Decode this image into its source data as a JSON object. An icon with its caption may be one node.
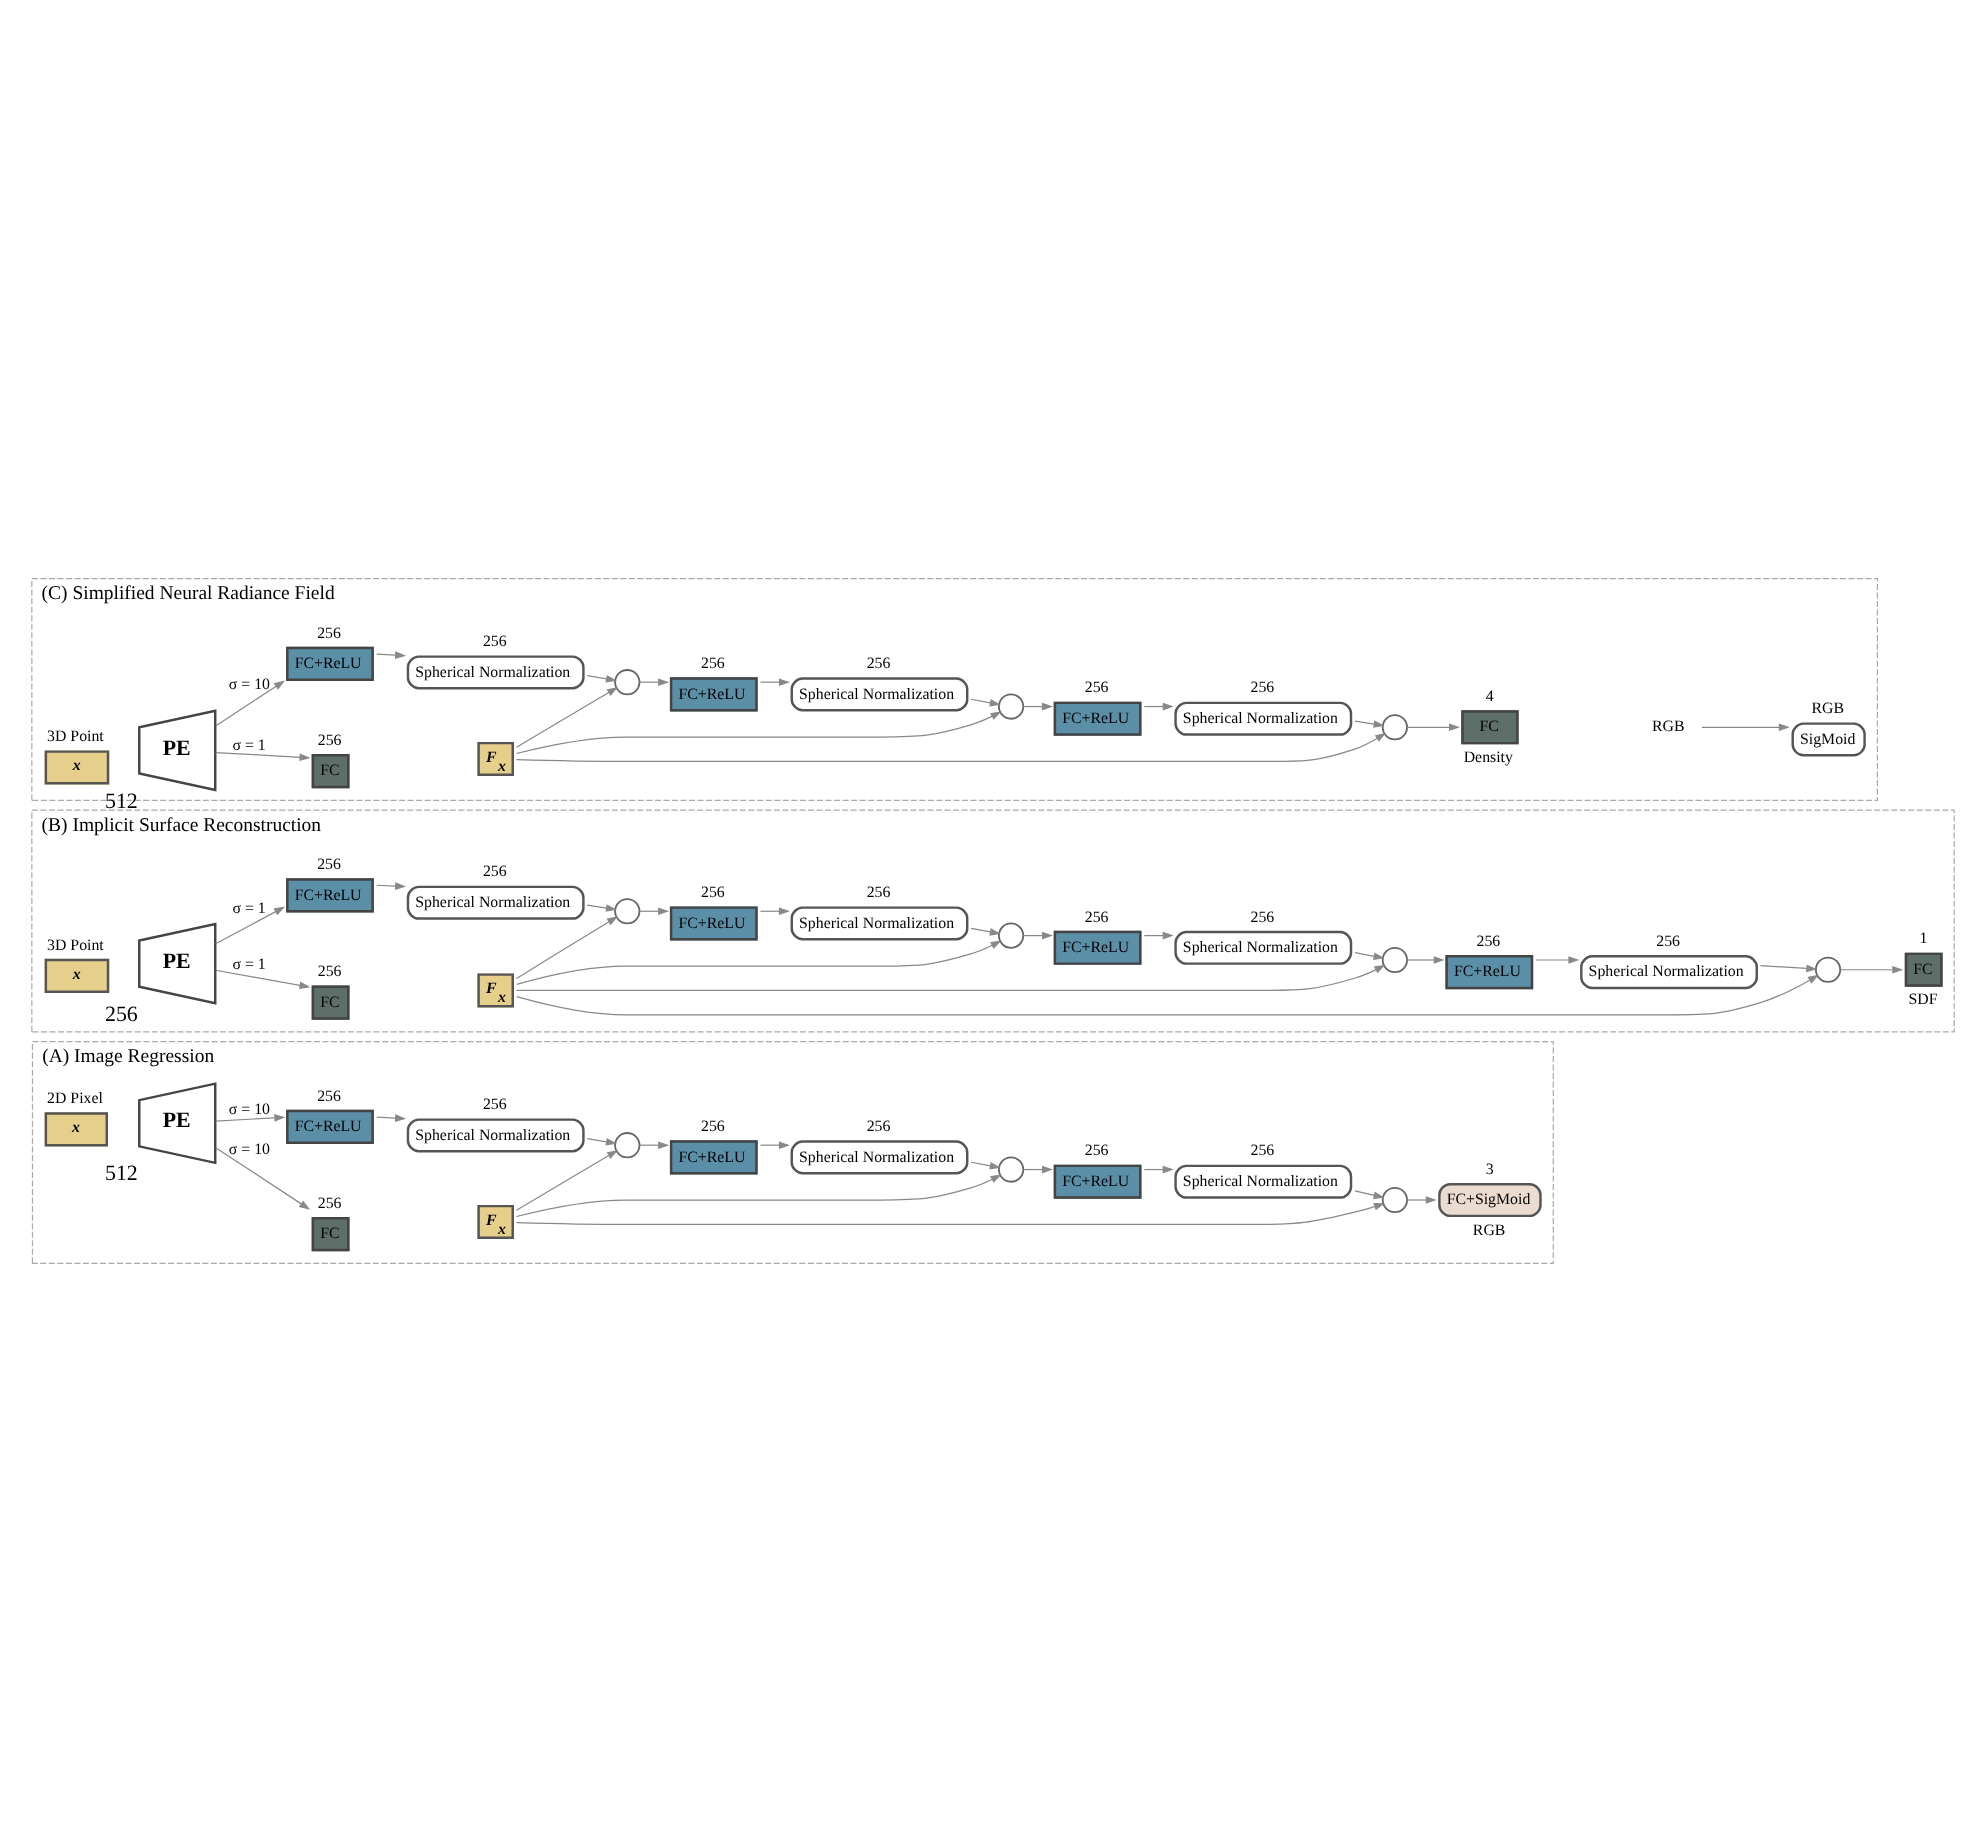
{
  "diagram": {
    "nodes": [
      {
        "text": [
          "(A) Image Regression"
        ]
      },
      {
        "text": [
          "x"
        ],
        "in": 0,
        "beside": [
          "2D Pixel"
        ]
      },
      {
        "text": [
          "PE"
        ],
        "in": 0,
        "beside": [
          "512"
        ]
      },
      {
        "text": [
          "FC+ReLU"
        ],
        "in": 0,
        "beside": [
          "256"
        ]
      },
      {
        "text": [
          "Spherical Normalization"
        ],
        "in": 0,
        "beside": [
          "256"
        ]
      },
      {
        "text": [],
        "shape": "circle",
        "in": 0
      },
      {
        "text": [
          "FC+ReLU"
        ],
        "in": 0,
        "beside": [
          "256"
        ]
      },
      {
        "text": [
          "Spherical Normalization"
        ],
        "in": 0,
        "beside": [
          "256"
        ]
      },
      {
        "text": [],
        "shape": "circle",
        "in": 0
      },
      {
        "text": [
          "FC+ReLU"
        ],
        "in": 0,
        "beside": [
          "256"
        ]
      },
      {
        "text": [
          "Spherical Normalization"
        ],
        "in": 0,
        "beside": [
          "256"
        ]
      },
      {
        "text": [],
        "shape": "circle",
        "in": 0
      },
      {
        "text": [
          "FC+SigMoid"
        ],
        "in": 0,
        "beside": [
          "3",
          "RGB"
        ]
      },
      {
        "text": [
          "FC"
        ],
        "in": 0,
        "beside": [
          "256"
        ]
      },
      {
        "text": [
          "F$_{x}$"
        ],
        "in": 0
      },
      {
        "text": [
          "(B) Implicit Surface Reconstruction"
        ]
      },
      {
        "text": [
          "x"
        ],
        "in": 15,
        "beside": [
          "3D Point"
        ]
      },
      {
        "text": [
          "PE"
        ],
        "in": 15,
        "beside": [
          "256"
        ]
      },
      {
        "text": [
          "FC+ReLU"
        ],
        "in": 15,
        "beside": [
          "256"
        ]
      },
      {
        "text": [
          "Spherical Normalization"
        ],
        "in": 15,
        "beside": [
          "256"
        ]
      },
      {
        "text": [],
        "shape": "circle",
        "in": 15
      },
      {
        "text": [
          "FC+ReLU"
        ],
        "in": 15,
        "beside": [
          "256"
        ]
      },
      {
        "text": [
          "Spherical Normalization"
        ],
        "in": 15,
        "beside": [
          "256"
        ]
      },
      {
        "text": [],
        "shape": "circle",
        "in": 15
      },
      {
        "text": [
          "FC+ReLU"
        ],
        "in": 15,
        "beside": [
          "256"
        ]
      },
      {
        "text": [
          "Spherical Normalization"
        ],
        "in": 15,
        "beside": [
          "256"
        ]
      },
      {
        "text": [],
        "shape": "circle",
        "in": 15
      },
      {
        "text": [
          "FC+ReLU"
        ],
        "in": 15,
        "beside": [
          "256"
        ]
      },
      {
        "text": [
          "Spherical Normalization"
        ],
        "in": 15,
        "beside": [
          "256"
        ]
      },
      {
        "text": [],
        "shape": "circle",
        "in": 15
      },
      {
        "text": [
          "FC"
        ],
        "in": 15,
        "beside": [
          "1",
          "SDF"
        ]
      },
      {
        "text": [
          "FC"
        ],
        "in": 15,
        "beside": [
          "256"
        ]
      },
      {
        "text": [
          "F$_{x}$"
        ],
        "in": 15
      },
      {
        "text": [
          "(C) Simplified Neural Radiance Field"
        ]
      },
      {
        "text": [
          "x"
        ],
        "in": 33,
        "beside": [
          "3D Point"
        ]
      },
      {
        "text": [
          "PE"
        ],
        "in": 33,
        "beside": [
          "512"
        ]
      },
      {
        "text": [
          "FC+ReLU"
        ],
        "in": 33,
        "beside": [
          "256"
        ]
      },
      {
        "text": [
          "Spherical Normalization"
        ],
        "in": 33,
        "beside": [
          "256"
        ]
      },
      {
        "text": [],
        "shape": "circle",
        "in": 33
      },
      {
        "text": [
          "FC+ReLU"
        ],
        "in": 33,
        "beside": [
          "256"
        ]
      },
      {
        "text": [
          "Spherical Normalization"
        ],
        "in": 33,
        "beside": [
          "256"
        ]
      },
      {
        "text": [],
        "shape": "circle",
        "in": 33
      },
      {
        "text": [
          "FC+ReLU"
        ],
        "in": 33,
        "beside": [
          "256"
        ]
      },
      {
        "text": [
          "Spherical Normalization"
        ],
        "in": 33,
        "beside": [
          "256"
        ]
      },
      {
        "text": [],
        "shape": "circle",
        "in": 33
      },
      {
        "text": [
          "FC"
        ],
        "in": 33,
        "beside": [
          "4",
          "Density"
        ]
      },
      {
        "text": [
          "RGB"
        ],
        "in": 33
      },
      {
        "text": [
          "SigMoid"
        ],
        "in": 33,
        "beside": [
          "RGB"
        ]
      },
      {
        "text": [
          "FC"
        ],
        "in": 33,
        "beside": [
          "256"
        ]
      },
      {
        "text": [
          "F$_{x}$"
        ],
        "in": 33
      }
    ],
    "edges": [
      {
        "from": 2,
        "to": 3,
        "arrow": "to",
        "label": "σ = 10"
      },
      {
        "from": 2,
        "to": 13,
        "arrow": "to",
        "label": "σ = 10"
      },
      {
        "from": 3,
        "to": 4,
        "arrow": "to"
      },
      {
        "from": 4,
        "to": 5,
        "arrow": "to"
      },
      {
        "from": 5,
        "to": 6,
        "arrow": "to"
      },
      {
        "from": 6,
        "to": 7,
        "arrow": "to"
      },
      {
        "from": 7,
        "to": 8,
        "arrow": "to"
      },
      {
        "from": 8,
        "to": 9,
        "arrow": "to"
      },
      {
        "from": 9,
        "to": 10,
        "arrow": "to"
      },
      {
        "from": 10,
        "to": 11,
        "arrow": "to"
      },
      {
        "from": 11,
        "to": 12,
        "arrow": "to"
      },
      {
        "from": 14,
        "to": 5,
        "arrow": "to"
      },
      {
        "from": 14,
        "to": 8,
        "arrow": "to"
      },
      {
        "from": 14,
        "to": 11,
        "arrow": "to"
      },
      {
        "from": 17,
        "to": 18,
        "arrow": "to",
        "label": "σ = 1"
      },
      {
        "from": 17,
        "to": 31,
        "arrow": "to",
        "label": "σ = 1"
      },
      {
        "from": 18,
        "to": 19,
        "arrow": "to"
      },
      {
        "from": 19,
        "to": 20,
        "arrow": "to"
      },
      {
        "from": 20,
        "to": 21,
        "arrow": "to"
      },
      {
        "from": 21,
        "to": 22,
        "arrow": "to"
      },
      {
        "from": 22,
        "to": 23,
        "arrow": "to"
      },
      {
        "from": 23,
        "to": 24,
        "arrow": "to"
      },
      {
        "from": 24,
        "to": 25,
        "arrow": "to"
      },
      {
        "from": 25,
        "to": 26,
        "arrow": "to"
      },
      {
        "from": 26,
        "to": 27,
        "arrow": "to"
      },
      {
        "from": 27,
        "to": 28,
        "arrow": "to"
      },
      {
        "from": 28,
        "to": 29,
        "arrow": "to"
      },
      {
        "from": 29,
        "to": 30,
        "arrow": "to"
      },
      {
        "from": 32,
        "to": 20,
        "arrow": "to"
      },
      {
        "from": 32,
        "to": 23,
        "arrow": "to"
      },
      {
        "from": 32,
        "to": 26,
        "arrow": "to"
      },
      {
        "from": 32,
        "to": 29,
        "arrow": "to"
      },
      {
        "from": 35,
        "to": 36,
        "arrow": "to",
        "label": "σ = 10"
      },
      {
        "from": 35,
        "to": 48,
        "arrow": "to",
        "label": "σ = 1"
      },
      {
        "from": 36,
        "to": 37,
        "arrow": "to"
      },
      {
        "from": 37,
        "to": 38,
        "arrow": "to"
      },
      {
        "from": 38,
        "to": 39,
        "arrow": "to"
      },
      {
        "from": 39,
        "to": 40,
        "arrow": "to"
      },
      {
        "from": 40,
        "to": 41,
        "arrow": "to"
      },
      {
        "from": 41,
        "to": 42,
        "arrow": "to"
      },
      {
        "from": 42,
        "to": 43,
        "arrow": "to"
      },
      {
        "from": 43,
        "to": 44,
        "arrow": "to"
      },
      {
        "from": 44,
        "to": 45,
        "arrow": "to"
      },
      {
        "from": 46,
        "to": 47,
        "arrow": "to"
      },
      {
        "from": 49,
        "to": 38,
        "arrow": "to"
      },
      {
        "from": 49,
        "to": 41,
        "arrow": "to"
      },
      {
        "from": 49,
        "to": 44,
        "arrow": "to"
      }
    ]
  }
}
